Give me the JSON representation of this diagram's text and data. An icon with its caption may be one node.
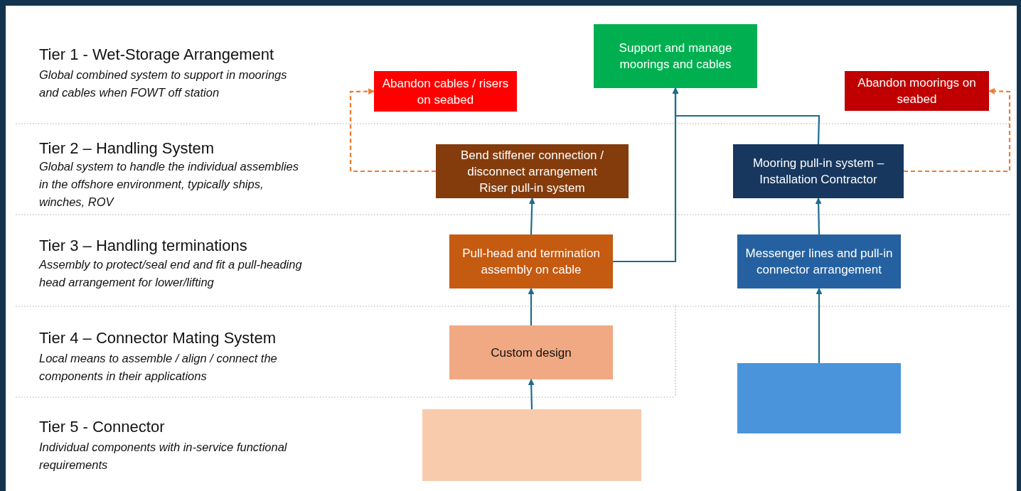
{
  "diagram": {
    "nodes": [
      {
        "text": [
          "Support and manage moorings and cables"
        ]
      },
      {
        "text": [
          "Abandon cables / risers on seabed"
        ]
      },
      {
        "text": [
          "Abandon moorings on seabed"
        ]
      },
      {
        "text": [
          "Bend stiffener connection / disconnect arrangement",
          "Riser pull-in system"
        ]
      },
      {
        "text": [
          "Mooring pull-in system – Installation Contractor"
        ]
      },
      {
        "text": [
          "Pull-head and termination assembly on cable"
        ]
      },
      {
        "text": [
          "Messenger lines and pull-in connector arrangement"
        ]
      },
      {
        "text": [
          "Custom design"
        ]
      },
      {
        "text": [],
        "shape": "box"
      },
      {
        "text": [],
        "shape": "box"
      }
    ],
    "edges": [
      {
        "from": 3,
        "to": 1,
        "arrow": "to",
        "style": "dashed",
        "color": "#ed7d31"
      },
      {
        "from": 4,
        "to": 2,
        "arrow": "to",
        "style": "dashed",
        "color": "#ed7d31"
      },
      {
        "from": 5,
        "to": 3,
        "arrow": "to"
      },
      {
        "from": 5,
        "to": 0,
        "arrow": "to"
      },
      {
        "from": 4,
        "to": 0,
        "arrow": "to"
      },
      {
        "from": 6,
        "to": 4,
        "arrow": "to"
      },
      {
        "from": 7,
        "to": 5,
        "arrow": "to"
      },
      {
        "from": 8,
        "to": 7,
        "arrow": "to"
      },
      {
        "from": 9,
        "to": 6,
        "arrow": "to"
      }
    ],
    "labels": [
      "Tier 1 - Wet-Storage Arrangement",
      "Global combined system to support in moorings and cables when FOWT off station",
      "Tier 2 – Handling System",
      "Global system to handle the individual assemblies in the offshore environment, typically ships, winches, ROV",
      "Tier 3 – Handling terminations",
      "Assembly to protect/seal end and fit a pull-heading head arrangement for lower/lifting",
      "Tier 4 – Connector Mating System",
      "Local means to assemble / align / connect the components in their applications",
      "Tier 5 - Connector",
      "Individual components with in-service functional requirements"
    ]
  }
}
